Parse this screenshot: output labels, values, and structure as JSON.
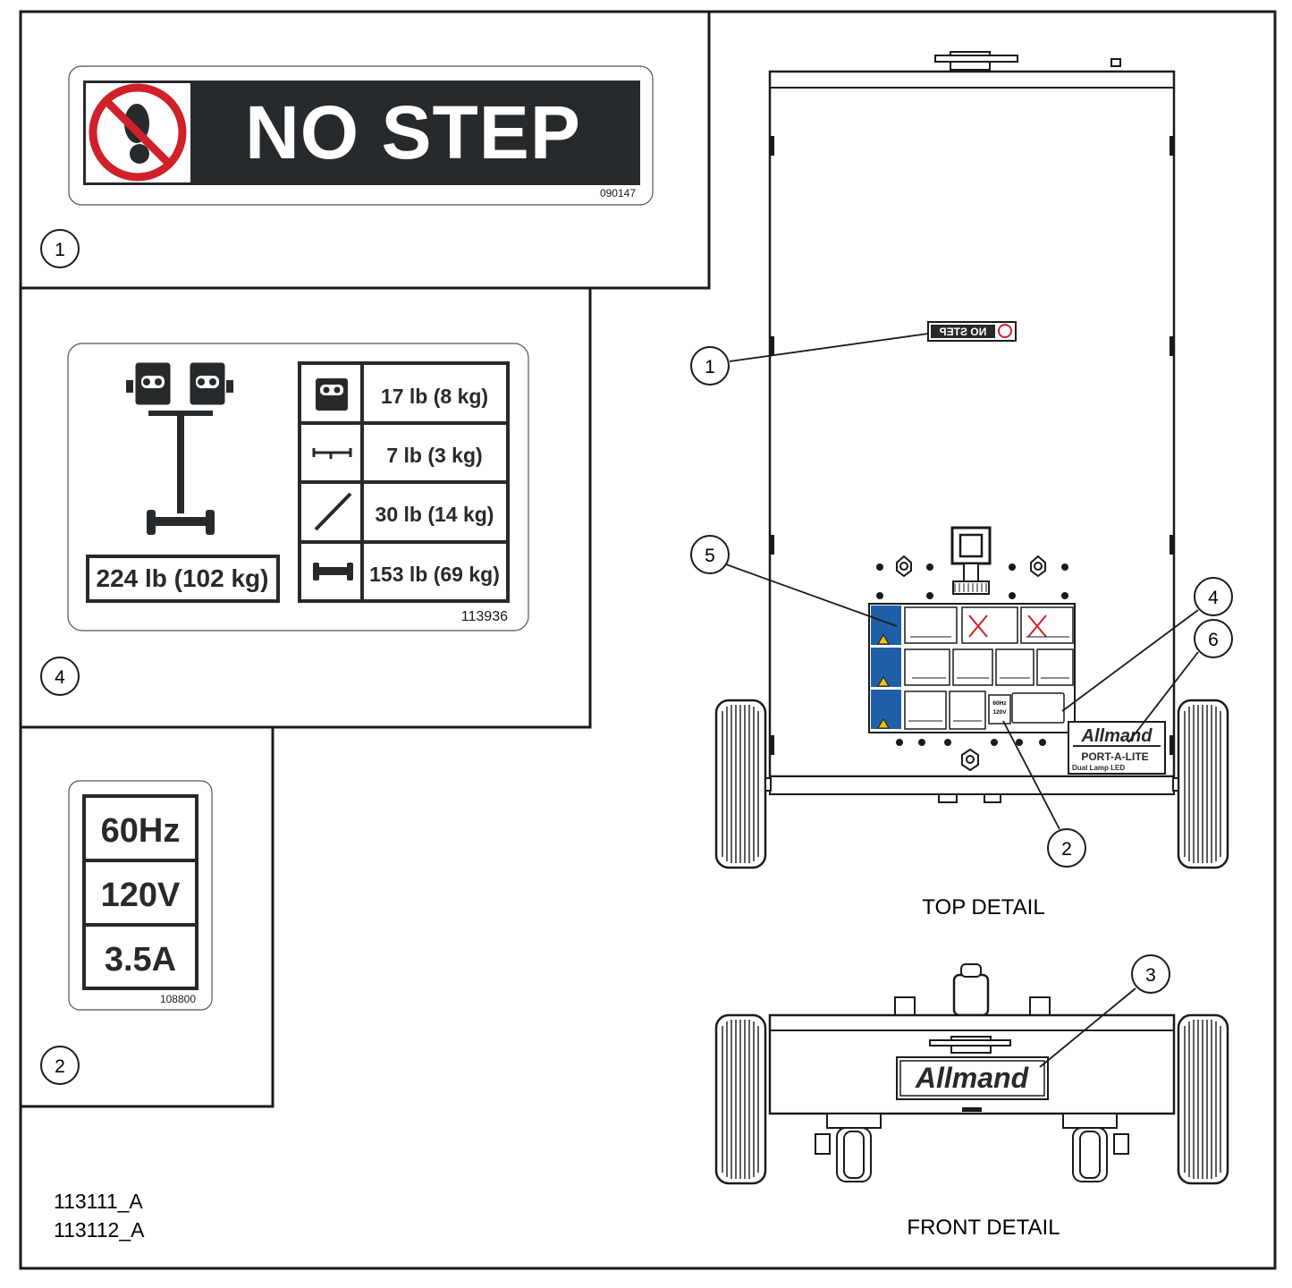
{
  "no_step_label": {
    "callout": "1",
    "text": "NO STEP",
    "part_number": "090147"
  },
  "weight_label": {
    "callout": "4",
    "total_weight": "224 lb (102 kg)",
    "rows": [
      {
        "icon": "lamp-head-icon",
        "weight": "17 lb (8 kg)"
      },
      {
        "icon": "crossbar-icon",
        "weight": "7 lb (3 kg)"
      },
      {
        "icon": "mast-pole-icon",
        "weight": "30 lb (14 kg)"
      },
      {
        "icon": "axle-base-icon",
        "weight": "153 lb (69 kg)"
      }
    ],
    "part_number": "113936"
  },
  "electrical_label": {
    "callout": "2",
    "rows": [
      "60Hz",
      "120V",
      "3.5A"
    ],
    "part_number": "108800"
  },
  "top_detail": {
    "title": "TOP DETAIL",
    "callouts": [
      "1",
      "5",
      "4",
      "6",
      "2"
    ],
    "decal_text": "NO STEP",
    "brand": "Allmand",
    "product": "PORT-A-LITE",
    "product_sub": "Dual Lamp LED",
    "mini_elec": [
      "60Hz",
      "120V"
    ]
  },
  "front_detail": {
    "title": "FRONT DETAIL",
    "callouts": [
      "3"
    ],
    "brand": "Allmand"
  },
  "drawing_numbers": [
    "113111_A",
    "113112_A"
  ],
  "colors": {
    "stroke": "#1a1a1a",
    "panel_dark": "#262a2c",
    "prohibit_red": "#d0202a",
    "safety_blue": "#1f5fa8",
    "warning_yellow": "#f3c300"
  }
}
